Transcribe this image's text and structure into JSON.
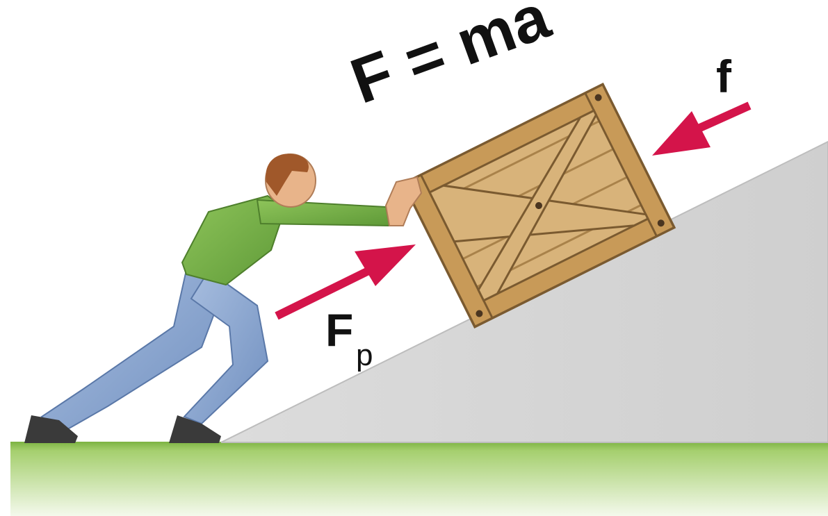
{
  "equation": "F = ma",
  "labels": {
    "push_force_main": "F",
    "push_force_sub": "p",
    "friction": "f"
  },
  "colors": {
    "arrow": "#d4144a",
    "incline": "#d3d3d3",
    "ground": "#8bc34a",
    "crate": "#c9a46a",
    "crate_dark": "#8a6a3c",
    "shirt": "#7fb34a",
    "pants": "#8fa8cf",
    "skin": "#e8b48a",
    "hair": "#a0582a",
    "shoes": "#333333"
  }
}
